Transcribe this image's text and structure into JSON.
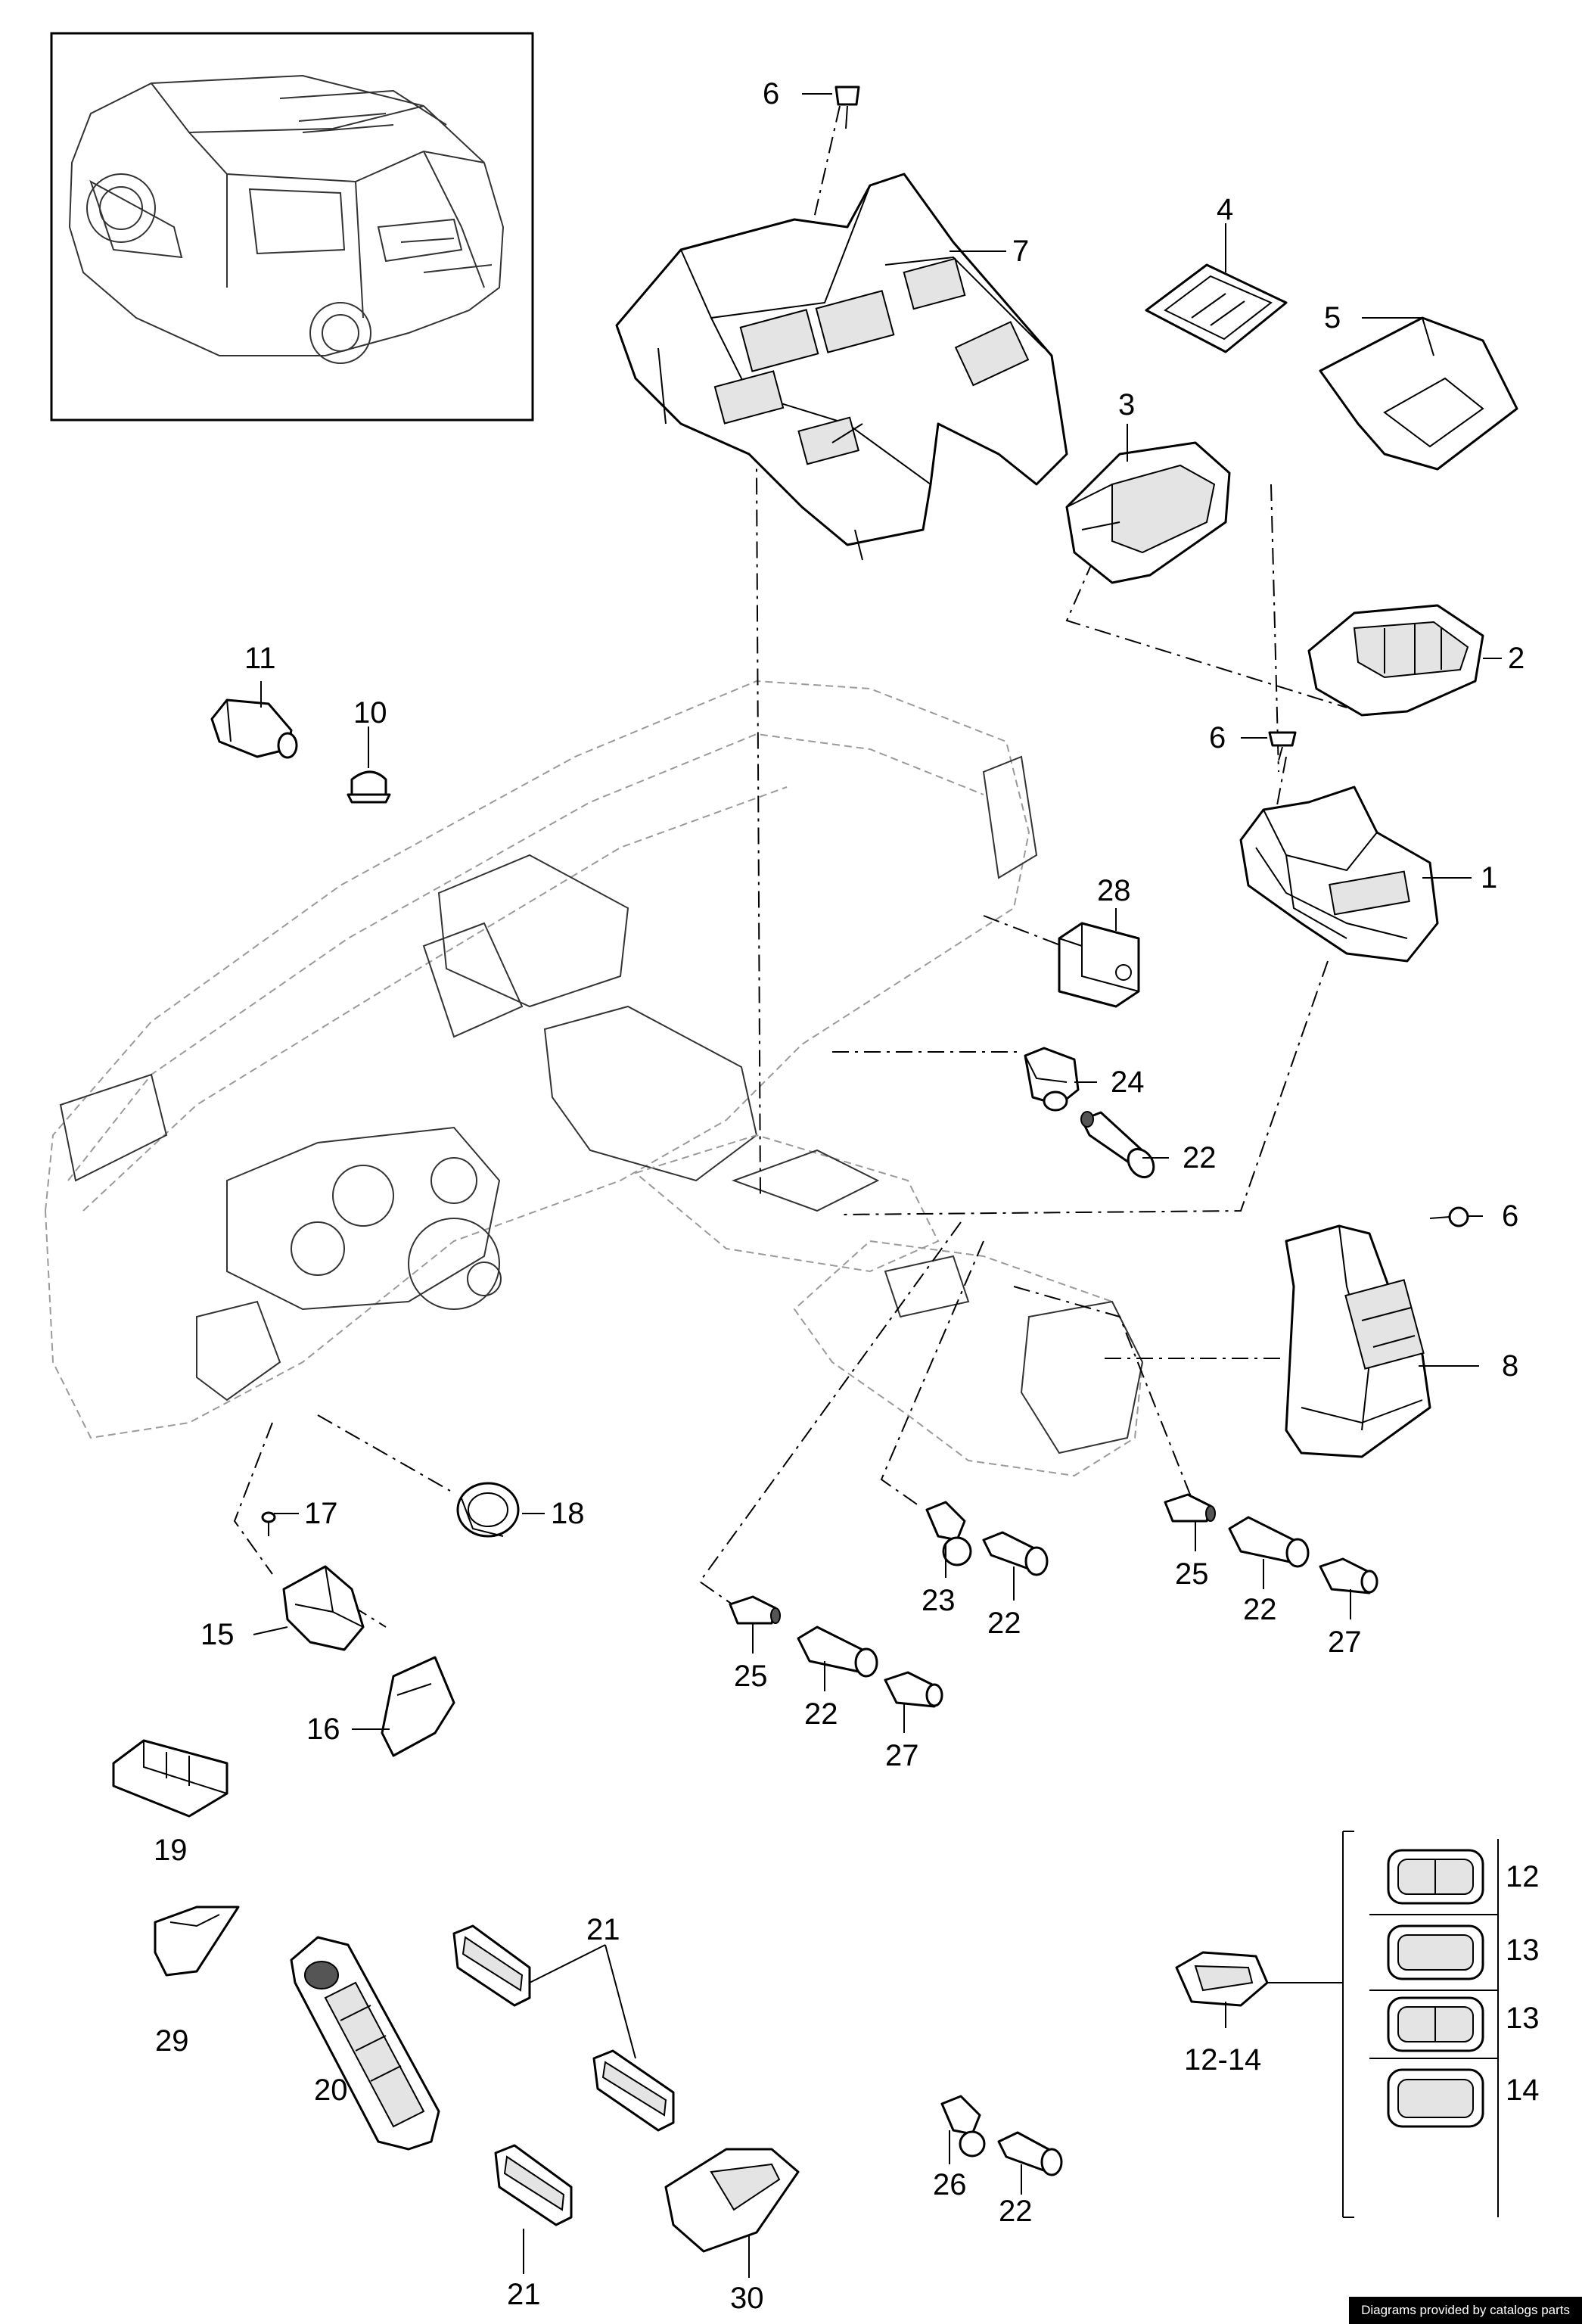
{
  "callouts": {
    "c1": "1",
    "c2": "2",
    "c3": "3",
    "c4": "4",
    "c5": "5",
    "c6a": "6",
    "c6b": "6",
    "c6c": "6",
    "c7": "7",
    "c8": "8",
    "c10": "10",
    "c11": "11",
    "c12": "12",
    "c13a": "13",
    "c13b": "13",
    "c14": "14",
    "c12_14": "12-14",
    "c15": "15",
    "c16": "16",
    "c17": "17",
    "c18": "18",
    "c19": "19",
    "c20": "20",
    "c21a": "21",
    "c21b": "21",
    "c22a": "22",
    "c22b": "22",
    "c22c": "22",
    "c22d": "22",
    "c22e": "22",
    "c23": "23",
    "c24": "24",
    "c25a": "25",
    "c25b": "25",
    "c26": "26",
    "c27a": "27",
    "c27b": "27",
    "c28": "28",
    "c29": "29",
    "c30": "30"
  },
  "footer": {
    "credit": "Diagrams provided by catalogs parts"
  }
}
